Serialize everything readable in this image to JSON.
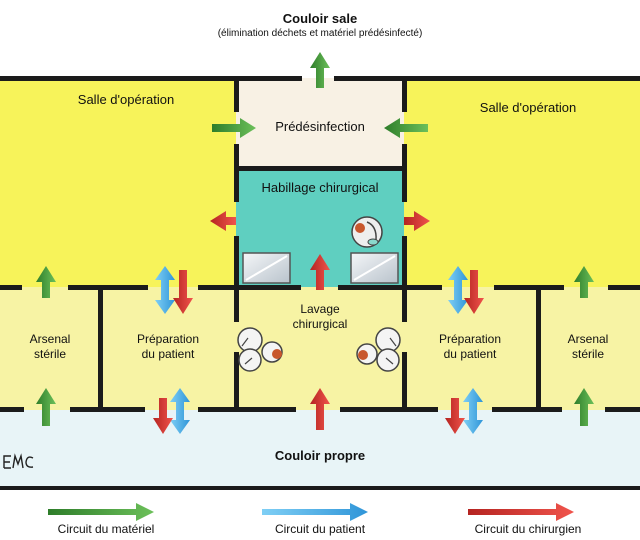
{
  "header": {
    "title": "Couloir sale",
    "subtitle": "(élimination déchets et matériel prédésinfecté)"
  },
  "rooms": {
    "or_left": "Salle d'opération",
    "or_right": "Salle d'opération",
    "predesinfection": "Prédésinfection",
    "habillage": "Habillage chirurgical",
    "lavage_line1": "Lavage",
    "lavage_line2": "chirurgical",
    "arsenal_left_line1": "Arsenal",
    "arsenal_left_line2": "stérile",
    "prep_left_line1": "Préparation",
    "prep_left_line2": "du patient",
    "prep_right_line1": "Préparation",
    "prep_right_line2": "du patient",
    "arsenal_right_line1": "Arsenal",
    "arsenal_right_line2": "stérile"
  },
  "corridor_clean": "Couloir propre",
  "signature": "EMC",
  "legend": {
    "material": "Circuit du matériel",
    "patient": "Circuit du patient",
    "surgeon": "Circuit du chirurgien"
  },
  "colors": {
    "material": "#3c9a32",
    "patient": "#42a9e6",
    "surgeon": "#d8312d",
    "or_room": "#f7f35a",
    "annex": "#f7f3a4",
    "predesinfection": "#f8f1e4",
    "habillage": "#5fcfc0",
    "corridor": "#e8f4f7"
  }
}
